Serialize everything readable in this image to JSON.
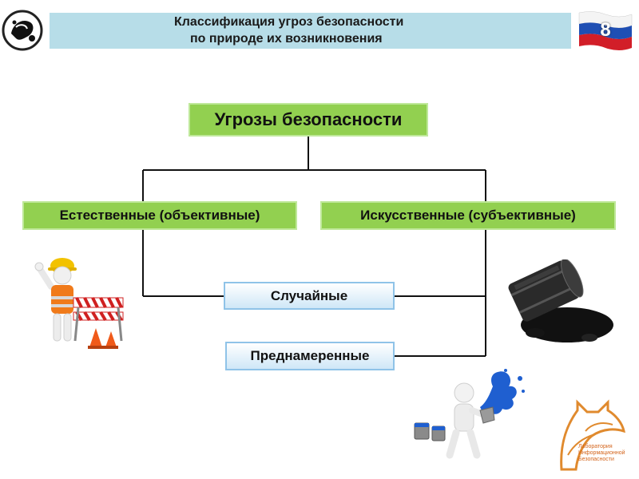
{
  "header": {
    "title_line1": "Классификация угроз безопасности",
    "title_line2": "по природе их возникновения",
    "slide_number": "8"
  },
  "diagram": {
    "root": "Угрозы безопасности",
    "natural": "Естественные (объективные)",
    "artificial": "Искусственные (субъективные)",
    "random": "Случайные",
    "intentional": "Преднамеренные"
  },
  "footer_logo": {
    "line1": "Лаборатория",
    "line2": "Информационной",
    "line3": "Безопасности"
  },
  "colors": {
    "title_bg": "#b7dde8",
    "green_box": "#92d050",
    "blue_box_border": "#8fc3e8",
    "logo_orange": "#d4651c"
  }
}
